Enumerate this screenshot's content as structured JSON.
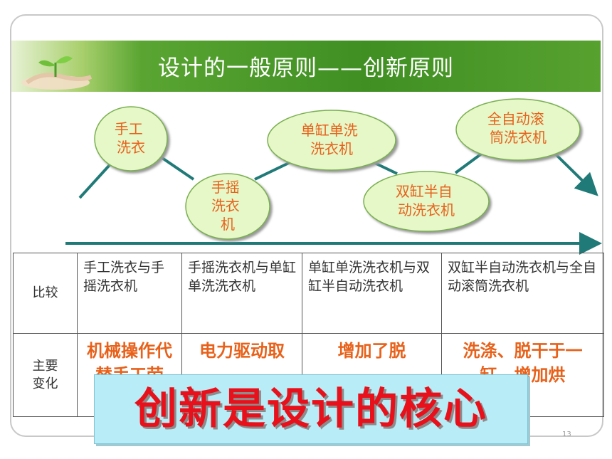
{
  "slide": {
    "title": "设计的一般原则——创新原则",
    "page_number": "13"
  },
  "stages": [
    {
      "label": "手工\n洗衣"
    },
    {
      "label": "手摇\n洗衣\n机"
    },
    {
      "label": "单缸单洗\n洗衣机"
    },
    {
      "label": "双缸半自\n动洗衣机"
    },
    {
      "label": "全自动滚\n筒洗衣机"
    }
  ],
  "table": {
    "compare_label": "比较",
    "change_label": "主要\n变化",
    "comparisons": [
      "手工洗衣与手摇洗衣机",
      "手摇洗衣机与单缸单洗洗衣机",
      "单缸单洗洗衣机与双缸半自动洗衣机",
      "双缸半自动洗衣机与全自动滚筒洗衣机"
    ],
    "changes": [
      "机械操作代替手工劳",
      "电力驱动取",
      "增加了脱",
      "洗涤、脱干于一缸，增加烘"
    ]
  },
  "overlay": {
    "text": "创新是设计的核心"
  },
  "colors": {
    "banner_green": "#3f8f23",
    "bubble_fill": "#e6f7c8",
    "bubble_text": "#e8611a",
    "connector": "#1f7a78",
    "overlay_bg": "#b8ecf7",
    "overlay_text": "#e8101a"
  }
}
